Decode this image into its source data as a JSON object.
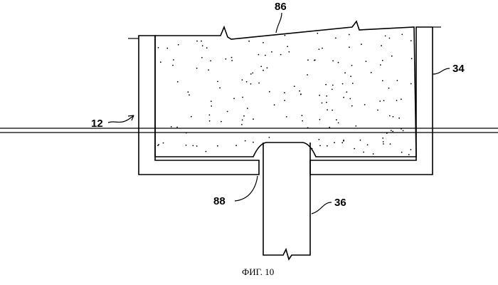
{
  "figure": {
    "caption": "ФИГ. 10",
    "labels": {
      "wall": "12",
      "fill": "86",
      "channel": "34",
      "post": "36",
      "bend": "88"
    }
  }
}
